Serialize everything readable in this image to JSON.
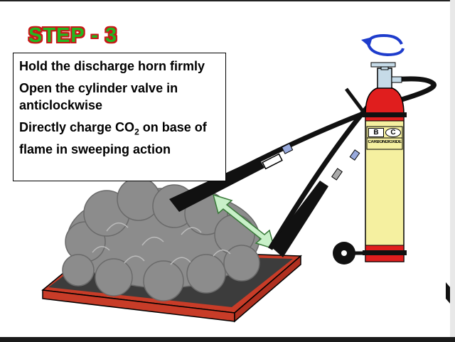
{
  "slide": {
    "title": "STEP - 3",
    "instructions": [
      {
        "text": "Hold the discharge horn firmly"
      },
      {
        "text": "Open the cylinder valve in anticlockwise"
      },
      {
        "pre": "Directly charge CO",
        "sub": "2",
        "post": " on base of flame in sweeping action"
      }
    ]
  },
  "extinguisher": {
    "class_labels": [
      "B",
      "C"
    ],
    "label": "CARBONDIOXIDE",
    "body_color": "#f5f0a0",
    "band_color": "#e01e1e"
  },
  "colors": {
    "title_fill": "#22b81f",
    "title_outline": "#c81818",
    "smoke": "#8c8c8c",
    "tray": "#3c3c3c",
    "tray_rim": "#c83c28",
    "arrow": "#c8f0c8",
    "rotate_arrow": "#1e3ccc"
  }
}
